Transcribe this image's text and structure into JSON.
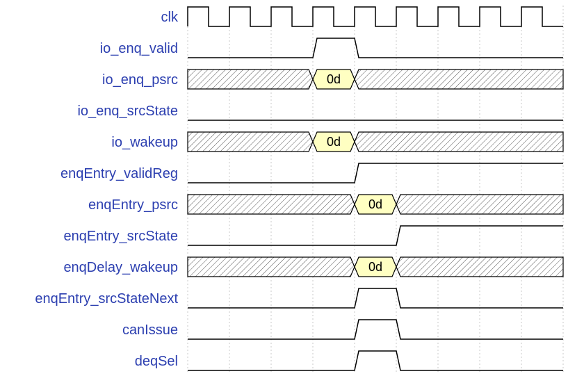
{
  "timing": {
    "cycles": 9,
    "signals": [
      {
        "name": "clk",
        "kind": "clock"
      },
      {
        "name": "io_enq_valid",
        "kind": "bit",
        "levels": [
          0,
          0,
          0,
          1,
          0,
          0,
          0,
          0,
          0
        ]
      },
      {
        "name": "io_enq_psrc",
        "kind": "bus",
        "segments": [
          {
            "from": 0,
            "to": 3,
            "value": null
          },
          {
            "from": 3,
            "to": 4,
            "value": "0d"
          },
          {
            "from": 4,
            "to": 9,
            "value": null
          }
        ]
      },
      {
        "name": "io_enq_srcState",
        "kind": "bit",
        "levels": [
          0,
          0,
          0,
          0,
          0,
          0,
          0,
          0,
          0
        ]
      },
      {
        "name": "io_wakeup",
        "kind": "bus",
        "segments": [
          {
            "from": 0,
            "to": 3,
            "value": null
          },
          {
            "from": 3,
            "to": 4,
            "value": "0d"
          },
          {
            "from": 4,
            "to": 9,
            "value": null
          }
        ]
      },
      {
        "name": "enqEntry_validReg",
        "kind": "bit",
        "levels": [
          0,
          0,
          0,
          0,
          1,
          1,
          1,
          1,
          1
        ]
      },
      {
        "name": "enqEntry_psrc",
        "kind": "bus",
        "segments": [
          {
            "from": 0,
            "to": 4,
            "value": null
          },
          {
            "from": 4,
            "to": 5,
            "value": "0d"
          },
          {
            "from": 5,
            "to": 9,
            "value": null
          }
        ]
      },
      {
        "name": "enqEntry_srcState",
        "kind": "bit",
        "levels": [
          0,
          0,
          0,
          0,
          0,
          1,
          1,
          1,
          1
        ]
      },
      {
        "name": "enqDelay_wakeup",
        "kind": "bus",
        "segments": [
          {
            "from": 0,
            "to": 4,
            "value": null
          },
          {
            "from": 4,
            "to": 5,
            "value": "0d"
          },
          {
            "from": 5,
            "to": 9,
            "value": null
          }
        ]
      },
      {
        "name": "enqEntry_srcStateNext",
        "kind": "bit",
        "levels": [
          0,
          0,
          0,
          0,
          1,
          0,
          0,
          0,
          0
        ]
      },
      {
        "name": "canIssue",
        "kind": "bit",
        "levels": [
          0,
          0,
          0,
          0,
          1,
          0,
          0,
          0,
          0
        ]
      },
      {
        "name": "deqSel",
        "kind": "bit",
        "levels": [
          0,
          0,
          0,
          0,
          1,
          0,
          0,
          0,
          0
        ]
      }
    ]
  }
}
